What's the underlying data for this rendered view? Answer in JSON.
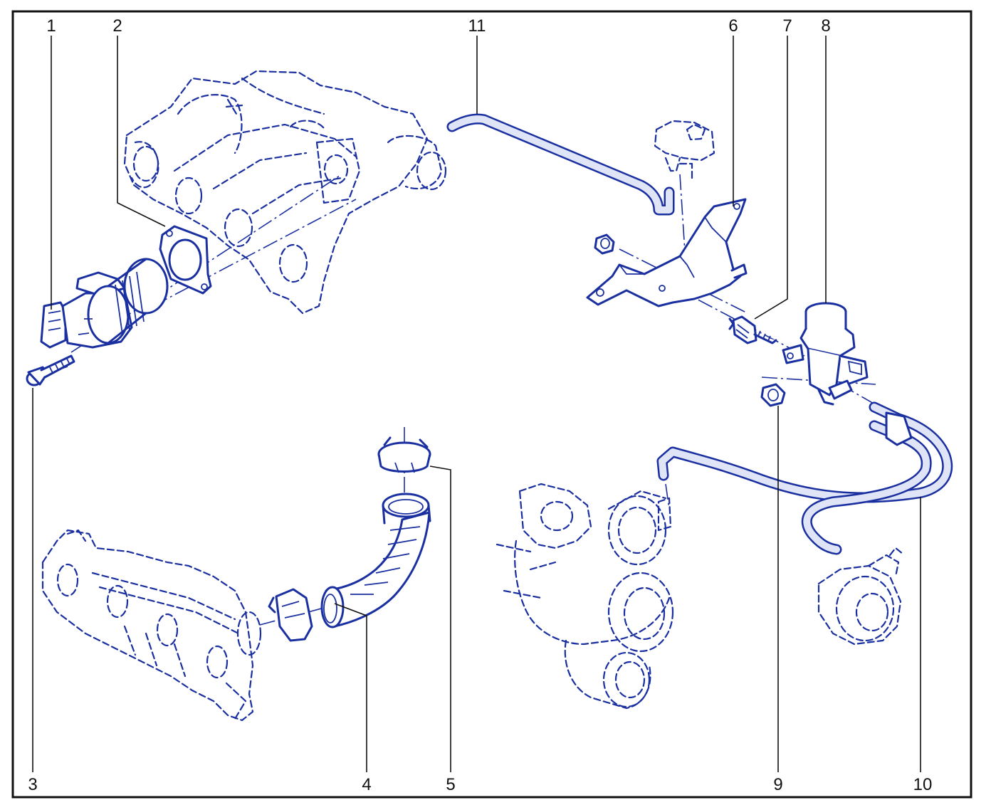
{
  "diagram": {
    "colors": {
      "part_line": "#1a2fa0",
      "part_fill": "#ffffff",
      "hose_fill": "#dfe4f6",
      "callout": "#111111",
      "frame": "#111111"
    },
    "callouts": [
      {
        "id": "callout-1",
        "label": "1"
      },
      {
        "id": "callout-2",
        "label": "2"
      },
      {
        "id": "callout-3",
        "label": "3"
      },
      {
        "id": "callout-4",
        "label": "4"
      },
      {
        "id": "callout-5",
        "label": "5"
      },
      {
        "id": "callout-6",
        "label": "6"
      },
      {
        "id": "callout-7",
        "label": "7"
      },
      {
        "id": "callout-8",
        "label": "8"
      },
      {
        "id": "callout-9",
        "label": "9"
      },
      {
        "id": "callout-10",
        "label": "10"
      },
      {
        "id": "callout-11",
        "label": "11"
      }
    ]
  }
}
